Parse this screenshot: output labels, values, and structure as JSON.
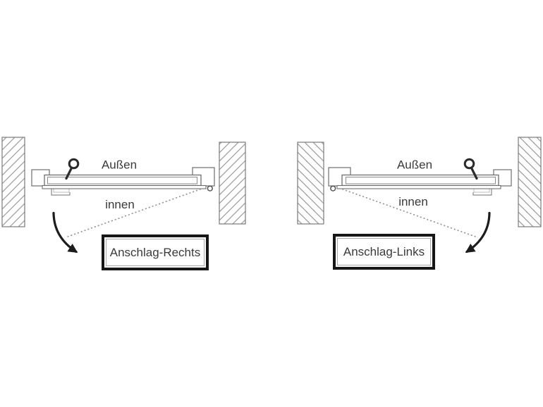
{
  "colors": {
    "background": "#ffffff",
    "outline": "#6e6e6e",
    "hatch": "#9c9c9c",
    "handle": "#2b2b2b",
    "arrow": "#1c1c1c",
    "dotted_line": "#8f8f8f",
    "text": "#3a3a3a",
    "box_border": "#171717"
  },
  "diagrams": [
    {
      "id": "anschlag-rechts",
      "outside_label": "Außen",
      "inside_label": "innen",
      "caption": "Anschlag-Rechts"
    },
    {
      "id": "anschlag-links",
      "outside_label": "Außen",
      "inside_label": "innen",
      "caption": "Anschlag-Links"
    }
  ]
}
